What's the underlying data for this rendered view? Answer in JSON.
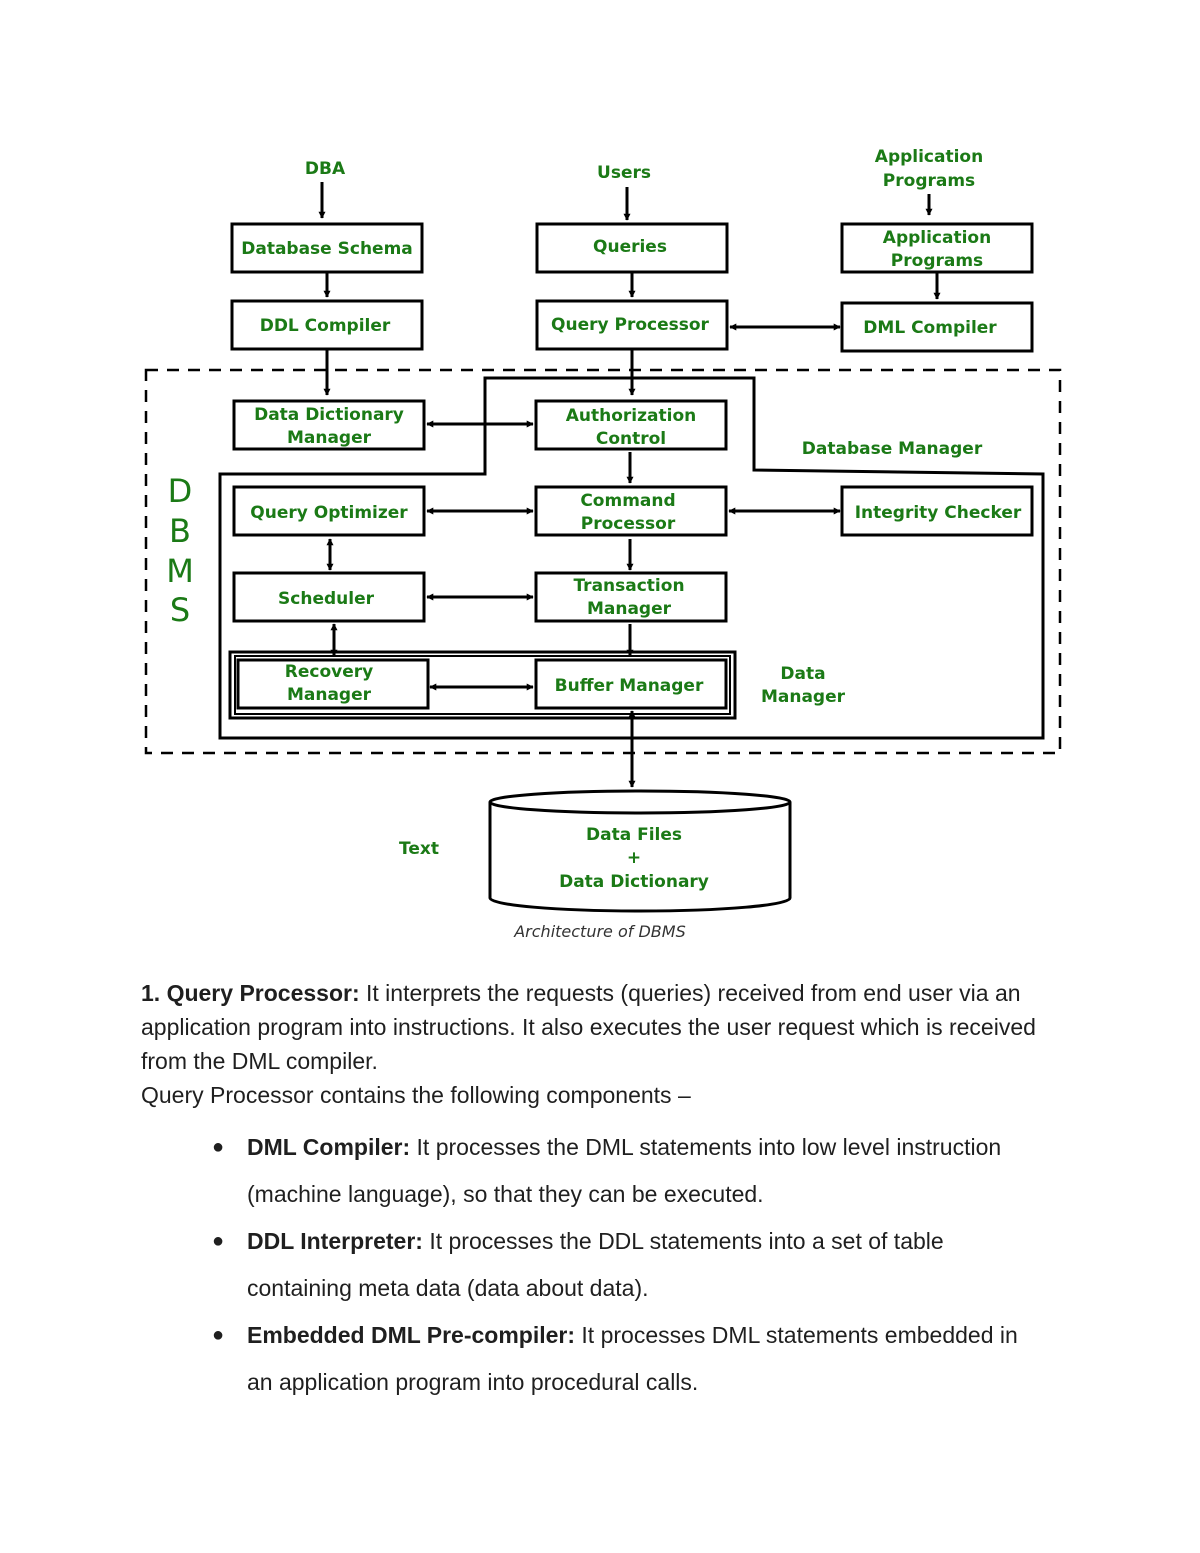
{
  "diagram": {
    "inputs": {
      "dba": "DBA",
      "users": "Users",
      "app_programs": [
        "Application",
        "Programs"
      ]
    },
    "boxes": {
      "database_schema": [
        "Database Schema"
      ],
      "queries": [
        "Queries"
      ],
      "application_programs": [
        "Application",
        "Programs"
      ],
      "ddl_compiler": [
        "DDL Compiler"
      ],
      "query_processor": [
        "Query Processor"
      ],
      "dml_compiler": [
        "DML Compiler"
      ],
      "data_dictionary_manager": [
        "Data Dictionary",
        "Manager"
      ],
      "authorization_control": [
        "Authorization",
        "Control"
      ],
      "query_optimizer": [
        "Query Optimizer"
      ],
      "command_processor": [
        "Command",
        "Processor"
      ],
      "integrity_checker": [
        "Integrity Checker"
      ],
      "scheduler": [
        "Scheduler"
      ],
      "transaction_manager": [
        "Transaction",
        "Manager"
      ],
      "recovery_manager": [
        "Recovery",
        "Manager"
      ],
      "buffer_manager": [
        "Buffer Manager"
      ]
    },
    "region_labels": {
      "database_manager": "Database Manager",
      "data_manager": [
        "Data",
        "Manager"
      ],
      "dbms_letters": [
        "D",
        "B",
        "M",
        "S"
      ]
    },
    "storage": [
      "Data Files",
      "+",
      "Data Dictionary"
    ],
    "text_label": "Text",
    "caption": "Architecture of DBMS",
    "colors": {
      "label": "#1b7a16",
      "stroke": "#000000"
    }
  },
  "content": {
    "intro": {
      "number": "1.",
      "term": "Query Processor:",
      "text": " It interprets the requests (queries) received from end user via an application program into instructions. It also executes the user request which is received from the DML compiler."
    },
    "components_heading": "Query Processor contains the following components –",
    "components": [
      {
        "term": "DML Compiler:",
        "text": " It processes the DML statements into low level instruction (machine language), so that they can be executed."
      },
      {
        "term": "DDL Interpreter:",
        "text": " It processes the DDL statements into a set of table containing meta data (data about data)."
      },
      {
        "term": "Embedded DML Pre-compiler:",
        "text": " It processes DML statements embedded in an application program into procedural calls."
      }
    ]
  }
}
